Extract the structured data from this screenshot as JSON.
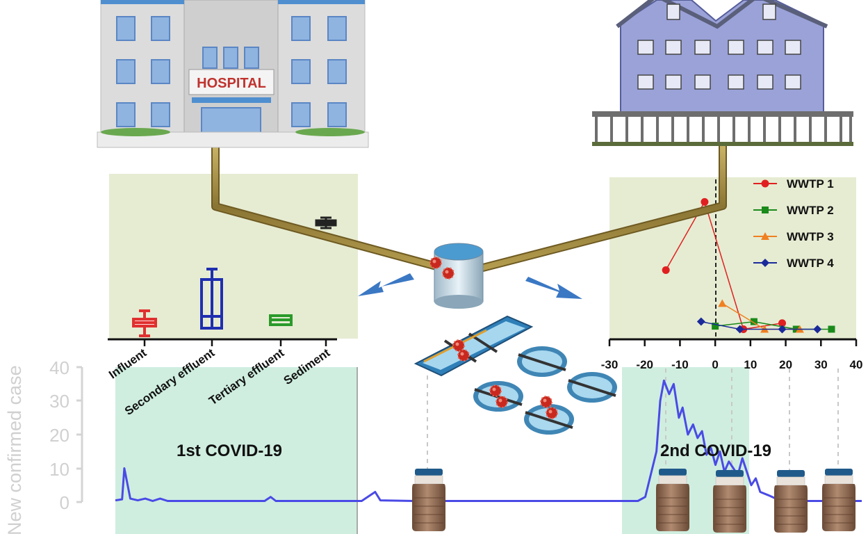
{
  "hospital": {
    "sign": "HOSPITAL"
  },
  "box_plot": {
    "categories": [
      "Influent",
      "Secondary effluent",
      "Tertiary effluent",
      "Sediment"
    ],
    "colors": [
      "#e03030",
      "#1f2fb0",
      "#2a9a2a",
      "#222222"
    ]
  },
  "wwtp_chart": {
    "type": "line",
    "x_ticks": [
      "-30",
      "-20",
      "-10",
      "0",
      "10",
      "20",
      "30",
      "40"
    ],
    "xlim": [
      -30,
      40
    ],
    "ylim": [
      0,
      1
    ],
    "legend_position": "top-right",
    "series": [
      {
        "name": "WWTP 1",
        "color": "#e02020",
        "marker": "circle",
        "points": [
          [
            -14,
            0.42
          ],
          [
            -3,
            0.87
          ],
          [
            8,
            0.03
          ],
          [
            19,
            0.07
          ]
        ]
      },
      {
        "name": "WWTP 2",
        "color": "#1a8a1a",
        "marker": "square",
        "points": [
          [
            0,
            0.05
          ],
          [
            11,
            0.08
          ],
          [
            23,
            0.03
          ],
          [
            33,
            0.03
          ]
        ]
      },
      {
        "name": "WWTP 3",
        "color": "#f08020",
        "marker": "triangle",
        "points": [
          [
            2,
            0.2
          ],
          [
            14,
            0.03
          ],
          [
            24,
            0.03
          ]
        ]
      },
      {
        "name": "WWTP 4",
        "color": "#1a2a9a",
        "marker": "diamond",
        "points": [
          [
            -4,
            0.08
          ],
          [
            7,
            0.03
          ],
          [
            19,
            0.03
          ],
          [
            29,
            0.03
          ]
        ]
      }
    ]
  },
  "case_chart": {
    "type": "line",
    "ylabel": "New confirmed case",
    "y_ticks": [
      "0",
      "10",
      "20",
      "30",
      "40"
    ],
    "ylim": [
      0,
      40
    ],
    "line_color": "#4a4ae6",
    "wave_labels": [
      "1st COVID-19",
      "2nd COVID-19"
    ],
    "values": [
      [
        0,
        0.5
      ],
      [
        0.009,
        0.8
      ],
      [
        0.012,
        10
      ],
      [
        0.02,
        1
      ],
      [
        0.03,
        0.5
      ],
      [
        0.04,
        1
      ],
      [
        0.05,
        0.3
      ],
      [
        0.06,
        1
      ],
      [
        0.07,
        0.3
      ],
      [
        0.1,
        0.3
      ],
      [
        0.2,
        0.3
      ],
      [
        0.208,
        1.5
      ],
      [
        0.215,
        0.3
      ],
      [
        0.33,
        0.3
      ],
      [
        0.348,
        3
      ],
      [
        0.355,
        0.5
      ],
      [
        0.4,
        0.3
      ],
      [
        0.7,
        0.3
      ],
      [
        0.71,
        1.5
      ],
      [
        0.725,
        15
      ],
      [
        0.73,
        30
      ],
      [
        0.735,
        36
      ],
      [
        0.742,
        32
      ],
      [
        0.748,
        35
      ],
      [
        0.755,
        25
      ],
      [
        0.76,
        28
      ],
      [
        0.767,
        20
      ],
      [
        0.774,
        23
      ],
      [
        0.78,
        19
      ],
      [
        0.786,
        21
      ],
      [
        0.792,
        14
      ],
      [
        0.798,
        16
      ],
      [
        0.804,
        11
      ],
      [
        0.81,
        15
      ],
      [
        0.816,
        9
      ],
      [
        0.822,
        12
      ],
      [
        0.828,
        10
      ],
      [
        0.834,
        8
      ],
      [
        0.84,
        13
      ],
      [
        0.846,
        9
      ],
      [
        0.852,
        5
      ],
      [
        0.858,
        7
      ],
      [
        0.864,
        3
      ],
      [
        0.875,
        2
      ],
      [
        0.89,
        0.5
      ],
      [
        0.92,
        0.3
      ],
      [
        1,
        0.3
      ]
    ]
  },
  "colors": {
    "panel_bg": "#e6ecd2",
    "wave_bg": "#cfeee0",
    "pipe": "#a08a40",
    "arrow": "#3b78c4"
  }
}
